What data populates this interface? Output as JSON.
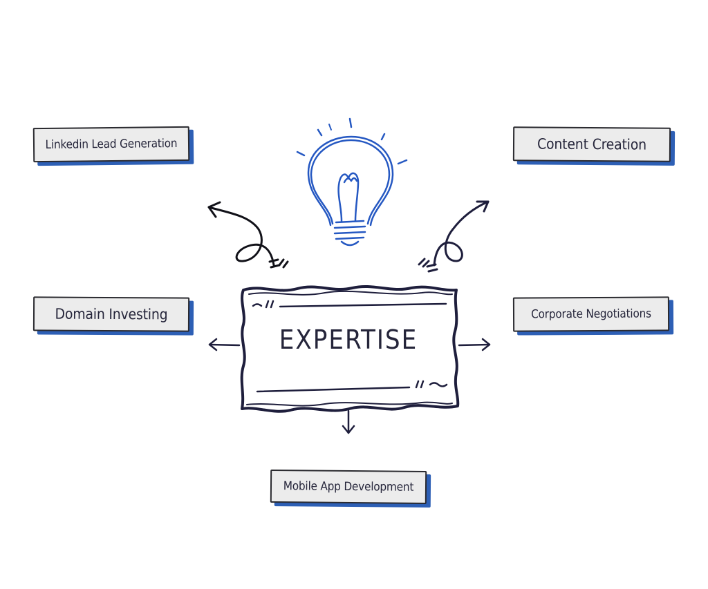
{
  "center": {
    "title": "EXPERTISE"
  },
  "nodes": {
    "linkedin": "Linkedin Lead Generation",
    "content": "Content Creation",
    "domain": "Domain Investing",
    "corporate": "Corporate Negotiations",
    "mobile": "Mobile App Development"
  },
  "colors": {
    "ink": "#232340",
    "accent_blue": "#2d5fb5",
    "box_fill": "#ececec"
  },
  "icons": [
    "lightbulb-icon",
    "curly-arrow-left",
    "curly-arrow-right"
  ]
}
